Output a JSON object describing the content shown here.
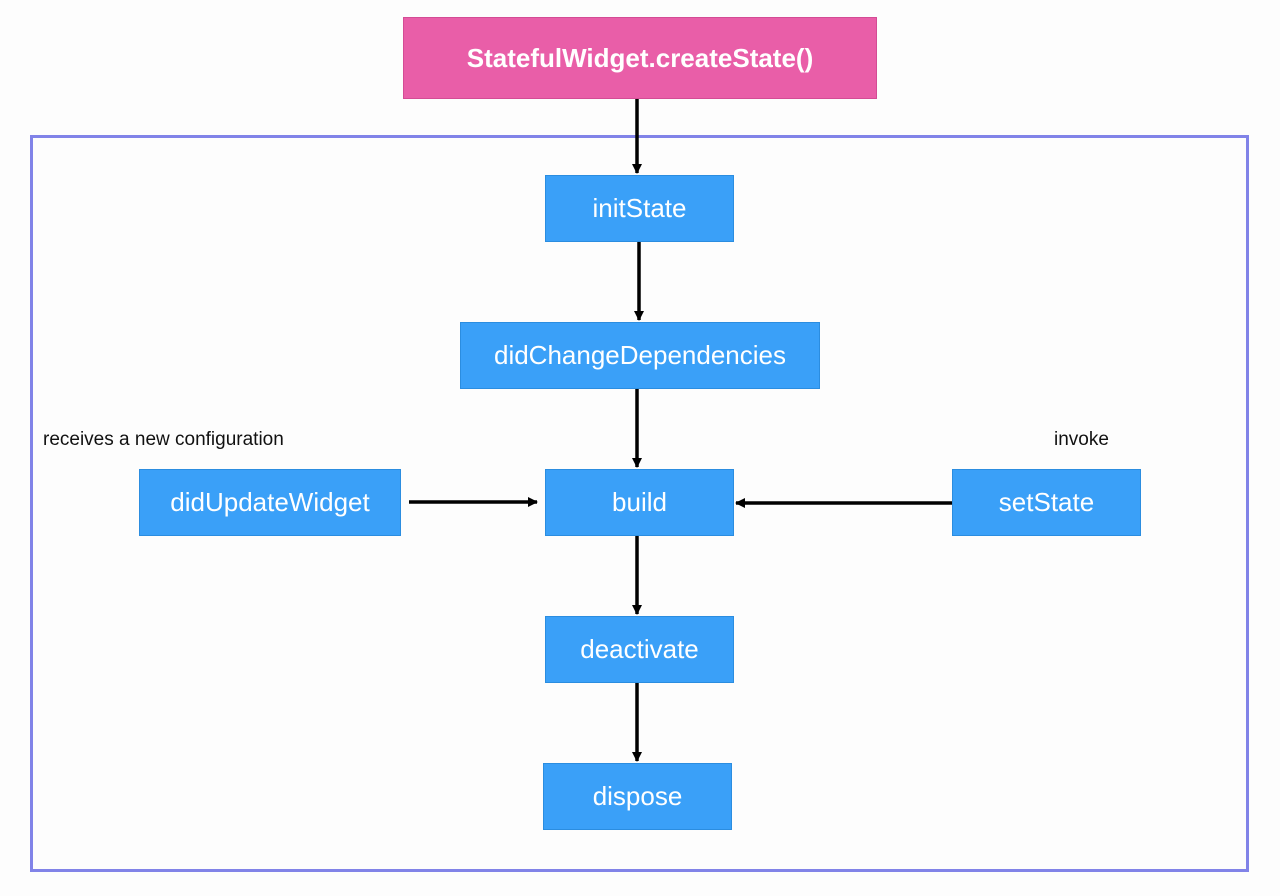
{
  "nodes": {
    "create_state": "StatefulWidget.createState()",
    "init_state": "initState",
    "did_change_dependencies": "didChangeDependencies",
    "did_update_widget": "didUpdateWidget",
    "build": "build",
    "set_state": "setState",
    "deactivate": "deactivate",
    "dispose": "dispose"
  },
  "notes": {
    "receives_config": "receives a new configuration",
    "invoke": "invoke"
  },
  "colors": {
    "start_node": "#e95ea8",
    "lifecycle_node": "#3aa0f8",
    "frame_border": "#8183e8",
    "arrow": "#000000"
  }
}
